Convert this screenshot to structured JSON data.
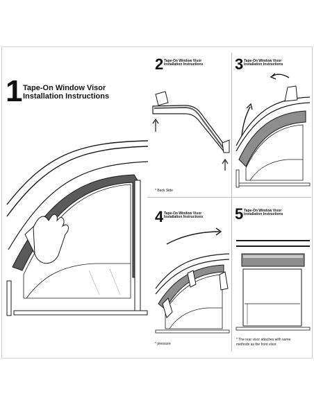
{
  "steps": [
    {
      "number": "1",
      "title_line1": "Tape-On Window Visor",
      "title_line2": "Installation Instructions"
    },
    {
      "number": "2",
      "title_line1": "Tape-On Window Visor",
      "title_line2": "Installation Instructions",
      "note": "* Back Side"
    },
    {
      "number": "3",
      "title_line1": "Tape-On Window Visor",
      "title_line2": "Installation Instructions"
    },
    {
      "number": "4",
      "title_line1": "Tape-On Window Visor",
      "title_line2": "Installation Instructions",
      "note": "* pressure"
    },
    {
      "number": "5",
      "title_line1": "Tape-On Window Visor",
      "title_line2": "Installation Instructions",
      "note_line1": "* The rear visor attaches with same",
      "note_line2": "methods as the front visor."
    }
  ],
  "colors": {
    "visor": "#5a5a5a",
    "visor_light": "#8d8d8d",
    "line": "#1a1a1a",
    "border": "#cfcfcf"
  }
}
